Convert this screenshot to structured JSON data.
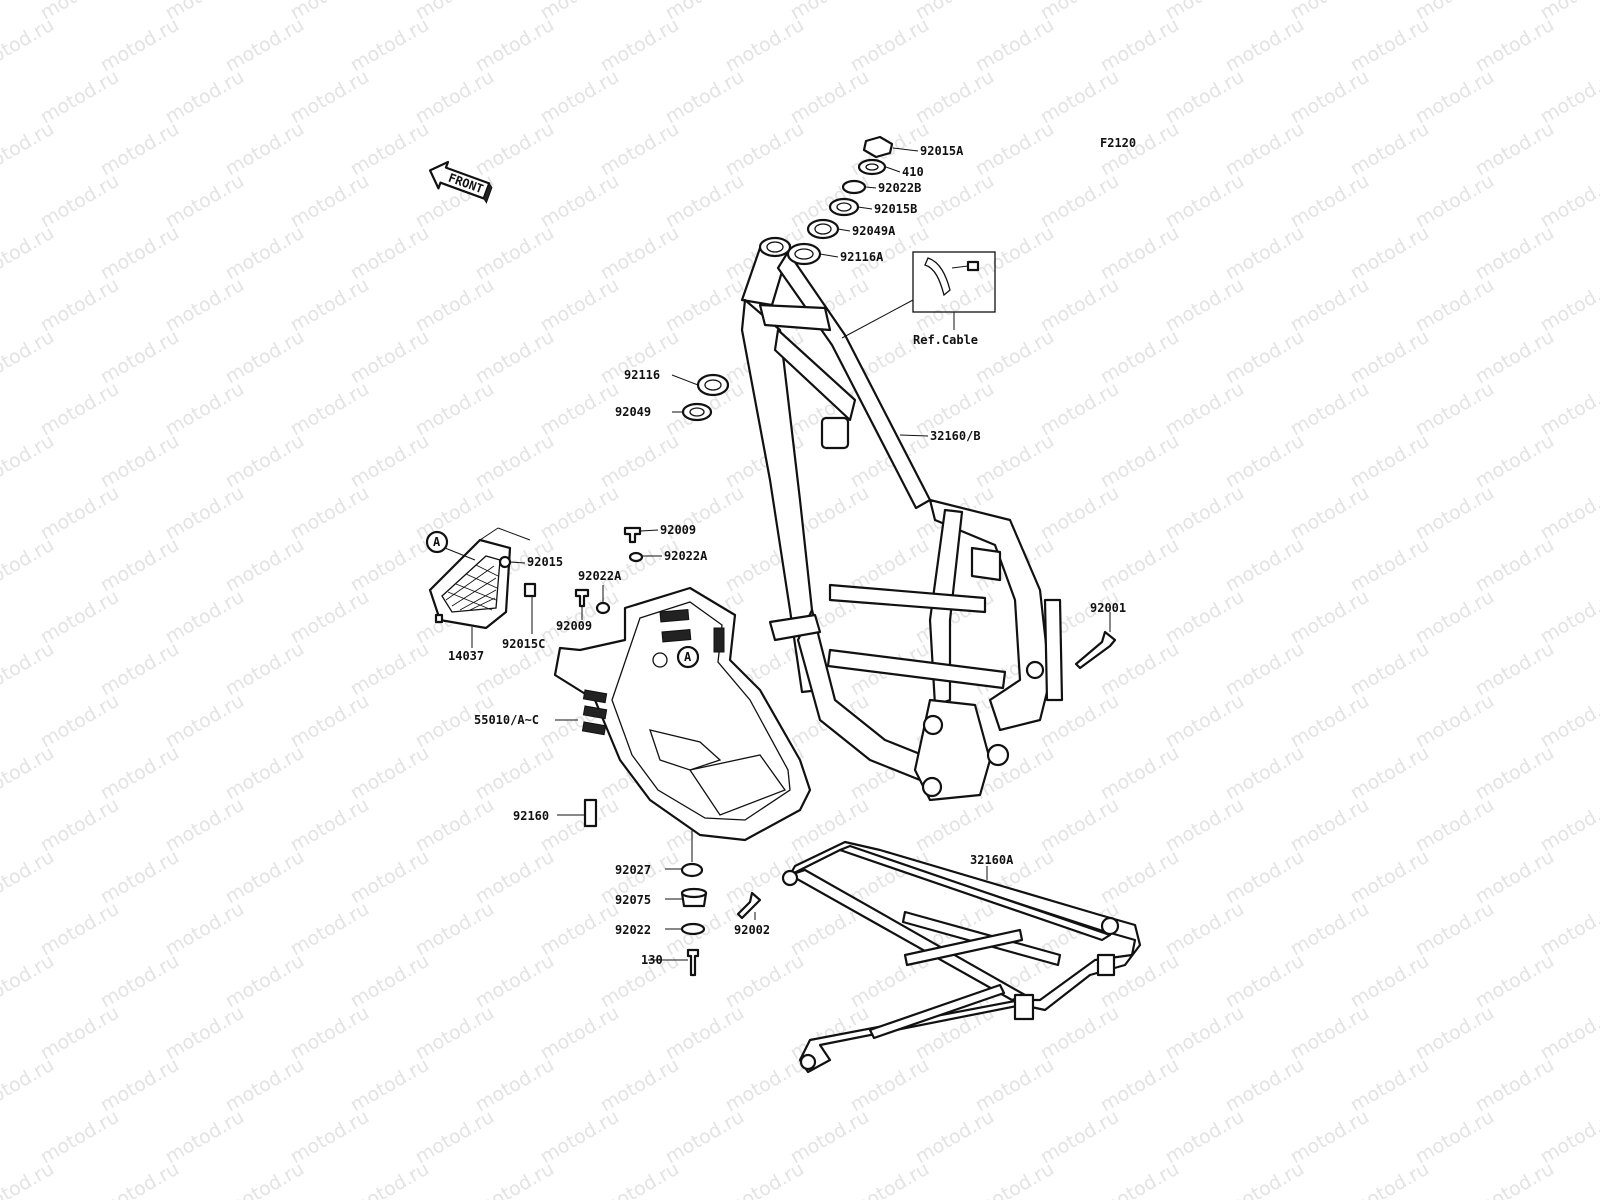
{
  "watermark": "motod.ru",
  "figure_code": "F2120",
  "front_label": "FRONT",
  "callout_letter": "A",
  "ref_label": "Ref.Cable",
  "parts": {
    "p92015A": "92015A",
    "p410": "410",
    "p92022B": "92022B",
    "p92015B": "92015B",
    "p92049A": "92049A",
    "p92116A": "92116A",
    "p92116": "92116",
    "p92049": "92049",
    "p32160B": "32160/B",
    "p92009_top": "92009",
    "p92022A_top": "92022A",
    "p92015": "92015",
    "p92022A_left": "92022A",
    "p92009_left": "92009",
    "p92015C": "92015C",
    "p14037": "14037",
    "p92001": "92001",
    "p55010": "55010/A~C",
    "p92160": "92160",
    "p92027": "92027",
    "p92075": "92075",
    "p92022": "92022",
    "p130": "130",
    "p92002": "92002",
    "p32160A": "32160A"
  }
}
